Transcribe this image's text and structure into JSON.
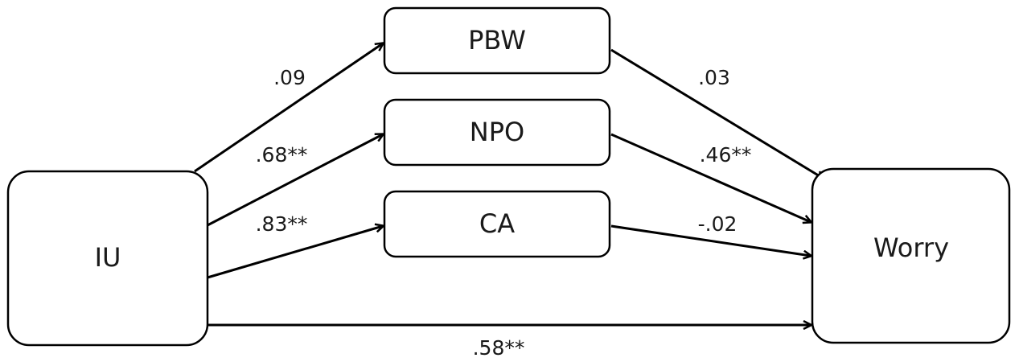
{
  "nodes": {
    "iu": {
      "label": "IU"
    },
    "pbw": {
      "label": "PBW"
    },
    "npo": {
      "label": "NPO"
    },
    "ca": {
      "label": "CA"
    },
    "worry": {
      "label": "Worry"
    }
  },
  "paths": {
    "iu_pbw": {
      "from": "IU",
      "to": "PBW",
      "coefficient": ".09"
    },
    "iu_npo": {
      "from": "IU",
      "to": "NPO",
      "coefficient": ".68**"
    },
    "iu_ca": {
      "from": "IU",
      "to": "CA",
      "coefficient": ".83**"
    },
    "pbw_worry": {
      "from": "PBW",
      "to": "Worry",
      "coefficient": ".03"
    },
    "npo_worry": {
      "from": "NPO",
      "to": "Worry",
      "coefficient": ".46**"
    },
    "ca_worry": {
      "from": "CA",
      "to": "Worry",
      "coefficient": "-.02"
    },
    "iu_worry": {
      "from": "IU",
      "to": "Worry",
      "coefficient": ".58**"
    }
  },
  "colors": {
    "stroke": "#000000",
    "text": "#1a1a1a",
    "background": "#ffffff"
  }
}
